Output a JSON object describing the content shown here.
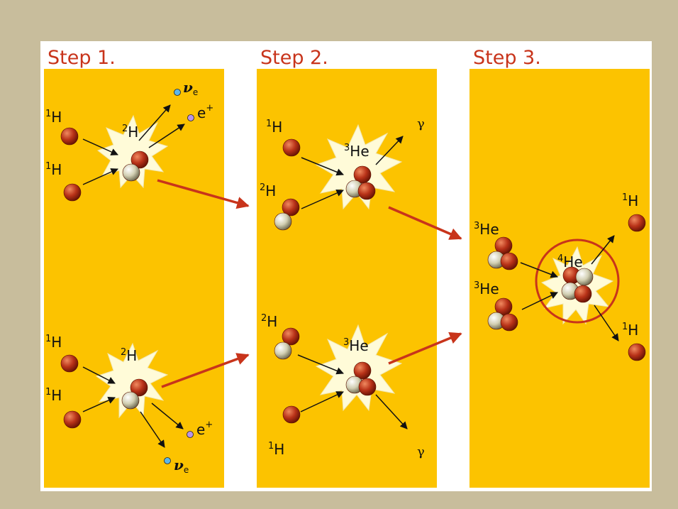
{
  "steps": [
    {
      "title": "Step 1."
    },
    {
      "title": "Step 2."
    },
    {
      "title": "Step 3."
    }
  ],
  "particles": {
    "H1": {
      "mass": "1",
      "symbol": "H"
    },
    "H2": {
      "mass": "2",
      "symbol": "H"
    },
    "He3": {
      "mass": "3",
      "symbol": "He"
    },
    "He4": {
      "mass": "4",
      "symbol": "He"
    },
    "positron": {
      "symbol": "e",
      "sign": "+"
    },
    "neutrino": {
      "symbol": "ν",
      "sub": "e"
    },
    "gamma": {
      "symbol": "γ"
    }
  },
  "colors": {
    "background": "#c8bd9c",
    "panel": "#fcc300",
    "title": "#c8341b",
    "proton": "#b83218",
    "neutron": "#cfccae",
    "flash": "#fffbd8",
    "flow_arrow": "#c8341b",
    "neutrino_dot": "#5bb6e8",
    "positron_dot": "#b894e8",
    "ring": "#c8341b"
  }
}
